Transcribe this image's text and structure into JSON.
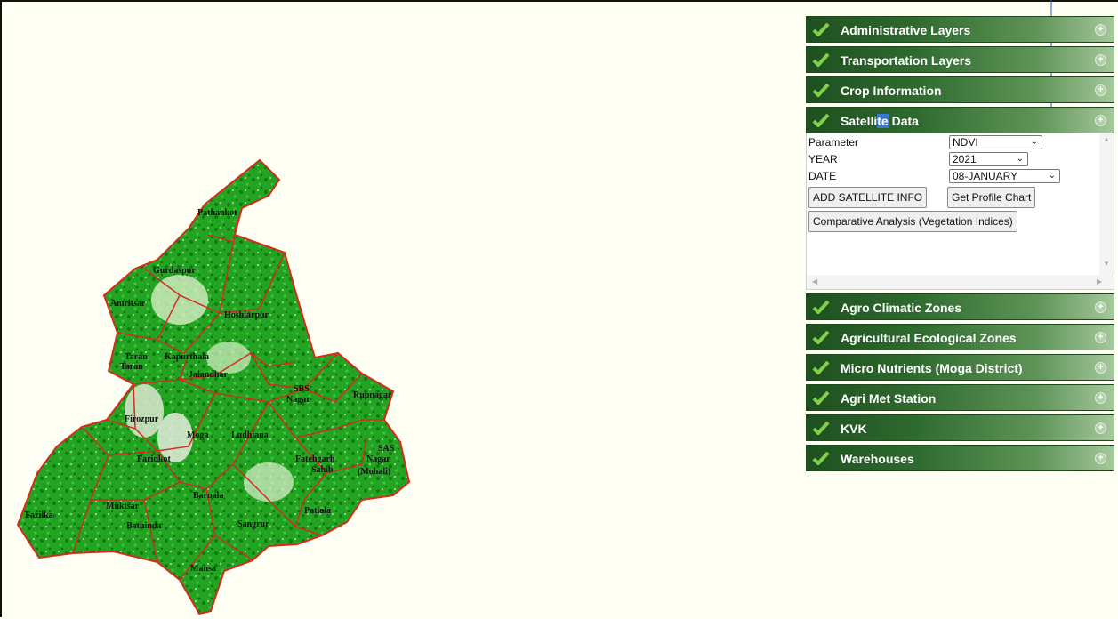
{
  "map": {
    "districts": [
      "Pathankot",
      "Gurdaspur",
      "Amritsar",
      "Hoshiarpur",
      "Taran",
      "Taran",
      "Kapurthala",
      "Jalandhar",
      "SBS",
      "Nagar",
      "Rupnagar",
      "Firozpur",
      "Moga",
      "Ludhiana",
      "SAS",
      "Nagar",
      "(Mohali)",
      "Faridkot",
      "Fatehgarh",
      "Sahib",
      "Fazilka",
      "Muktsar",
      "Barnala",
      "Bathinda",
      "Sangrur",
      "Patiala",
      "Mansa"
    ],
    "colors": {
      "vegetation": "#1e9b1e",
      "boundary": "#d42a1f",
      "background": "#fffff3"
    }
  },
  "layers": [
    {
      "label": "Administrative Layers"
    },
    {
      "label": "Transportation Layers"
    },
    {
      "label": "Crop Information"
    },
    {
      "label": "Satellite Data",
      "label_pre": "Satelli",
      "label_hl": "te",
      "label_post": " Data",
      "expanded": true
    },
    {
      "label": "Agro Climatic Zones"
    },
    {
      "label": "Agricultural Ecological Zones"
    },
    {
      "label": "Micro Nutrients (Moga District)"
    },
    {
      "label": "Agri Met Station"
    },
    {
      "label": "KVK"
    },
    {
      "label": "Warehouses"
    }
  ],
  "satellite": {
    "parameter_label": "Parameter",
    "parameter_value": "NDVI",
    "year_label": "YEAR",
    "year_value": "2021",
    "date_label": "DATE",
    "date_value": "08-JANUARY",
    "add_button": "ADD SATELLITE INFO",
    "profile_button": "Get Profile Chart",
    "compare_button": "Comparative Analysis (Vegetation Indices)"
  },
  "theme": {
    "header_dark": "#1f4f20",
    "header_light": "#a6c79c",
    "check": "#7fd14b"
  }
}
